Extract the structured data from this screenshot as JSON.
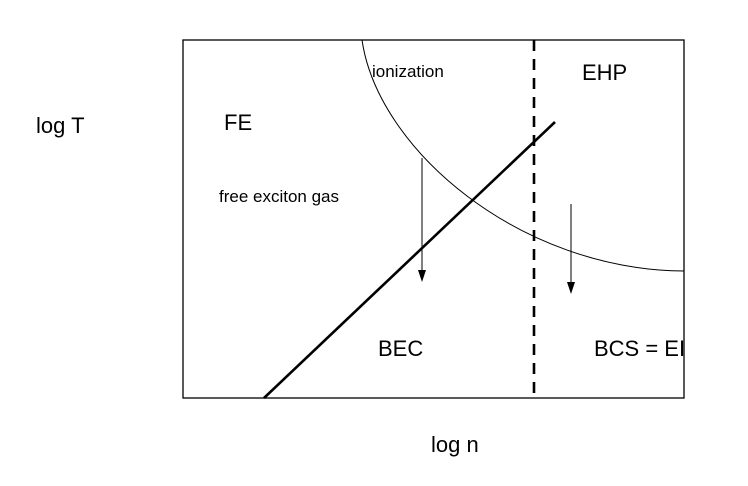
{
  "axes": {
    "y_label": "log T",
    "x_label": "log n"
  },
  "regions": {
    "fe": "FE",
    "free_exciton_gas": "free exciton gas",
    "ionization": "ionization",
    "ehp": "EHP",
    "bec": "BEC",
    "bcs_ei": "BCS = EI"
  },
  "colors": {
    "line": "#000000",
    "background": "#ffffff"
  }
}
